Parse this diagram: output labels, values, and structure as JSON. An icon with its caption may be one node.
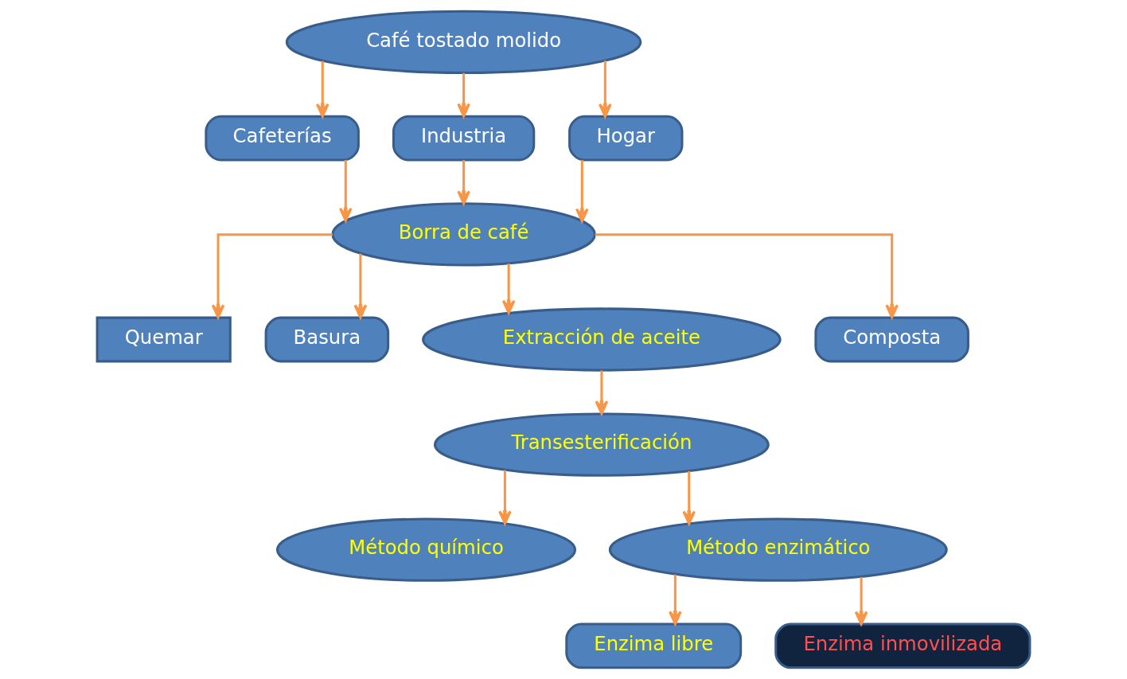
{
  "diagram": {
    "nodes": [
      {
        "text": [
          "Café tostado molido"
        ]
      },
      {
        "text": [
          "Cafeterías"
        ]
      },
      {
        "text": [
          "Industria"
        ]
      },
      {
        "text": [
          "Hogar"
        ]
      },
      {
        "text": [
          "Borra de café"
        ]
      },
      {
        "text": [
          "Quemar"
        ]
      },
      {
        "text": [
          "Basura"
        ]
      },
      {
        "text": [
          "Extracción de aceite"
        ]
      },
      {
        "text": [
          "Composta"
        ]
      },
      {
        "text": [
          "Transesterificación"
        ]
      },
      {
        "text": [
          "Método químico"
        ]
      },
      {
        "text": [
          "Método enzimático"
        ]
      },
      {
        "text": [
          "Enzima libre"
        ]
      },
      {
        "text": [
          "Enzima inmovilizada"
        ]
      }
    ],
    "edges": [
      {
        "from": 0,
        "to": 1,
        "arrow": "to"
      },
      {
        "from": 0,
        "to": 2,
        "arrow": "to"
      },
      {
        "from": 0,
        "to": 3,
        "arrow": "to"
      },
      {
        "from": 1,
        "to": 4,
        "arrow": "to"
      },
      {
        "from": 2,
        "to": 4,
        "arrow": "to"
      },
      {
        "from": 3,
        "to": 4,
        "arrow": "to"
      },
      {
        "from": 4,
        "to": 5,
        "arrow": "to"
      },
      {
        "from": 4,
        "to": 6,
        "arrow": "to"
      },
      {
        "from": 4,
        "to": 7,
        "arrow": "to"
      },
      {
        "from": 4,
        "to": 8,
        "arrow": "to"
      },
      {
        "from": 7,
        "to": 9,
        "arrow": "to"
      },
      {
        "from": 9,
        "to": 10,
        "arrow": "to"
      },
      {
        "from": 9,
        "to": 11,
        "arrow": "to"
      },
      {
        "from": 11,
        "to": 12,
        "arrow": "to"
      },
      {
        "from": 11,
        "to": 13,
        "arrow": "to"
      }
    ]
  }
}
